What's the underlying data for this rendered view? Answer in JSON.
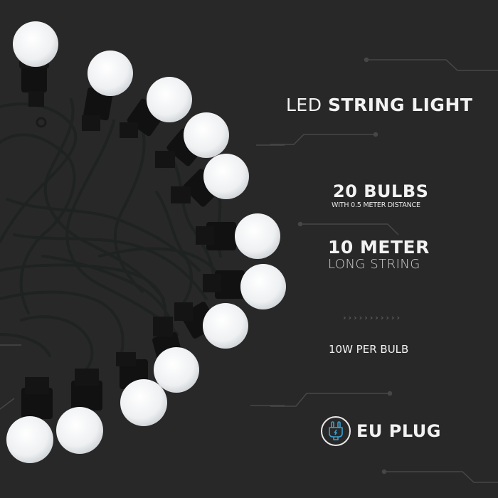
{
  "product": {
    "title_light": "LED",
    "title_bold": "STRING LIGHT"
  },
  "features": [
    {
      "headline": "20 BULBS",
      "subline": "WITH 0.5 METER DISTANCE"
    },
    {
      "headline": "10 METER",
      "subline": "LONG STRING"
    },
    {
      "headline": "10W PER BULB"
    },
    {
      "headline": "EU PLUG",
      "icon": "plug-icon"
    }
  ],
  "decor": {
    "chevron_glyph": "›",
    "chevron_count": 11
  },
  "colors": {
    "background": "#282828",
    "text": "#f2f2f2",
    "accent_icon": "#3aa0d0",
    "circuit_line": "#4a4a4a"
  }
}
